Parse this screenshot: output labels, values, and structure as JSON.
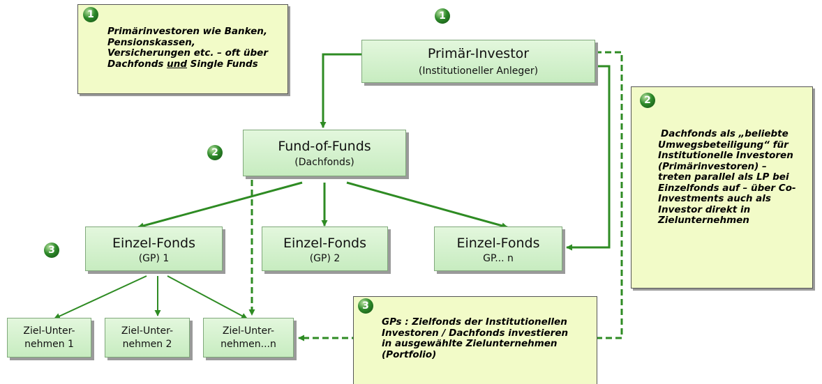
{
  "nodes": {
    "primary": {
      "title": "Primär-Investor",
      "subtitle": "(Institutioneller Anleger)"
    },
    "fof": {
      "title": "Fund-of-Funds",
      "subtitle": "(Dachfonds)"
    },
    "fund1": {
      "title": "Einzel-Fonds",
      "subtitle": "(GP) 1"
    },
    "fund2": {
      "title": "Einzel-Fonds",
      "subtitle": "(GP) 2"
    },
    "fundn": {
      "title": "Einzel-Fonds",
      "subtitle": "GP... n"
    },
    "target1": {
      "line1": "Ziel-Unter-",
      "line2": "nehmen 1"
    },
    "target2": {
      "line1": "Ziel-Unter-",
      "line2": "nehmen 2"
    },
    "targetn": {
      "line1": "Ziel-Unter-",
      "line2": "nehmen...n"
    }
  },
  "badges": {
    "b1a": "1",
    "b1b": "1",
    "b2a": "2",
    "b2b": "2",
    "b3a": "3",
    "b3b": "3"
  },
  "notes": {
    "note1": {
      "line1": "Primärinvestoren wie Banken,",
      "line2": "Pensionskassen,",
      "line3": "Versicherungen etc. – oft über",
      "line4a": "Dachfonds ",
      "line4b": "und",
      "line4c": " Single Funds"
    },
    "note2": {
      "line1": "Dachfonds als „beliebte",
      "line2": "Umwegsbeteiligung“ für",
      "line3": "Institutionelle Investoren",
      "line4": "(Primärinvestoren) –",
      "line5": "treten parallel als LP bei",
      "line6": "Einzelfonds auf – über Co-",
      "line7": "Investments auch als",
      "line8": "Investor direkt in",
      "line9": "Zielunternehmen"
    },
    "note3": {
      "line1": "GPs : Zielfonds der Institutionellen",
      "line2": "Investoren / Dachfonds investieren",
      "line3": "in ausgewählte Zielunternehmen",
      "line4": "(Portfolio)"
    }
  },
  "colors": {
    "arrow": "#2e8b23",
    "node_fill": "#d2f1cb",
    "note_fill": "#f2fbc8",
    "badge": "#2e8a2a"
  }
}
